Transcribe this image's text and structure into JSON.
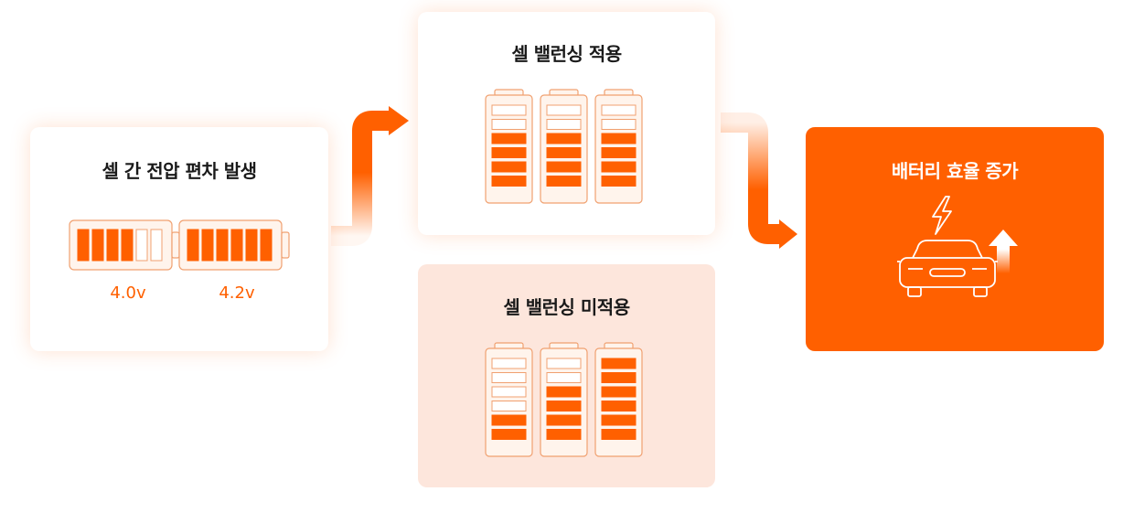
{
  "steps": [
    {
      "title": "셀 간 전압 편차 발생",
      "voltages": [
        "4.0v",
        "4.2v"
      ]
    },
    {
      "title": "셀 밸런싱 적용"
    },
    {
      "title": "셀 밸런싱 미적용"
    },
    {
      "title": "배터리 효율 증가"
    }
  ],
  "cell_levels": {
    "deviation": [
      4,
      6
    ],
    "balanced": [
      4,
      4,
      4
    ],
    "unbalanced": [
      2,
      4,
      6
    ]
  },
  "colors": {
    "accent": "#ff6000",
    "peach": "#fde6dc",
    "battery_outline": "#f0a070"
  },
  "icons": [
    "flow-arrow-icon",
    "battery-icon",
    "lightning-icon",
    "car-icon",
    "up-arrow-icon"
  ]
}
